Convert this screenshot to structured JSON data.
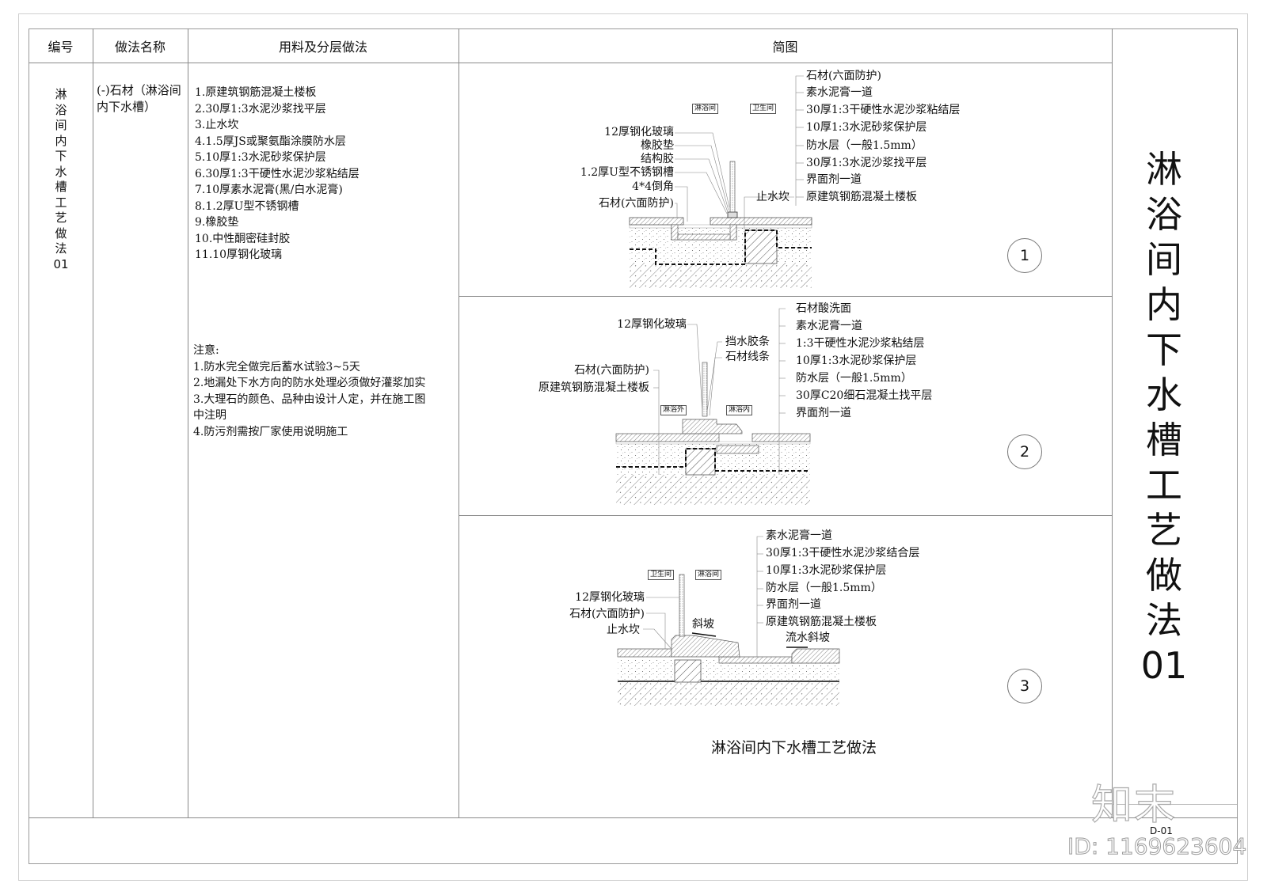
{
  "table": {
    "headers": {
      "code": "编号",
      "method_name": "做法名称",
      "materials": "用料及分层做法",
      "diagram": "简图"
    },
    "row": {
      "code_vertical": [
        "淋",
        "浴",
        "间",
        "内",
        "下",
        "水",
        "槽",
        "工",
        "艺",
        "做",
        "法",
        "01"
      ],
      "method_name": "(-)石材（淋浴间内下水槽）",
      "steps": [
        "1.原建筑钢筋混凝土楼板",
        "2.30厚1:3水泥沙浆找平层",
        "3.止水坎",
        "4.1.5厚JS或聚氨酯涂膜防水层",
        "5.10厚1:3水泥砂浆保护层",
        "6.30厚1:3干硬性水泥沙浆粘结层",
        "7.10厚素水泥膏(黑/白水泥膏)",
        "8.1.2厚U型不锈钢槽",
        "9.橡胶垫",
        "10.中性酮密硅封胶",
        "11.10厚钢化玻璃"
      ],
      "notes_title": "注意:",
      "notes": [
        "1.防水完全做完后蓄水试验3~5天",
        "2.地漏处下水方向的防水处理必须做好灌浆加实",
        "3.大理石的颜色、品种由设计人定，并在施工图",
        "中注明",
        "4.防污剂需按厂家使用说明施工"
      ]
    }
  },
  "diagrams": [
    {
      "number": "1",
      "room_tags": [
        "淋浴间",
        "卫生间"
      ],
      "left_labels": [
        "12厚钢化玻璃",
        "橡胶垫",
        "结构胶",
        "1.2厚U型不锈钢槽",
        "4*4倒角",
        "石材(六面防护)"
      ],
      "middle_label": "止水坎",
      "right_labels": [
        "石材(六面防护)",
        "素水泥膏一道",
        "30厚1:3干硬性水泥沙浆粘结层",
        "10厚1:3水泥砂浆保护层",
        "防水层（一般1.5mm）",
        "30厚1:3水泥沙浆找平层",
        "界面剂一道",
        "原建筑钢筋混凝土楼板"
      ]
    },
    {
      "number": "2",
      "room_tags": [
        "淋浴外",
        "淋浴内"
      ],
      "left_labels": [
        "12厚钢化玻璃",
        "石材(六面防护)",
        "原建筑钢筋混凝土楼板"
      ],
      "middle_labels": [
        "挡水胶条",
        "石材线条"
      ],
      "right_labels": [
        "石材酸洗面",
        "素水泥膏一道",
        "1:3干硬性水泥沙浆粘结层",
        "10厚1:3水泥砂浆保护层",
        "防水层（一般1.5mm）",
        "30厚C20细石混凝土找平层",
        "界面剂一道"
      ]
    },
    {
      "number": "3",
      "room_tags": [
        "卫生间",
        "淋浴间"
      ],
      "left_labels": [
        "12厚钢化玻璃",
        "石材(六面防护)",
        "止水坎"
      ],
      "slope_label": "斜坡",
      "flow_label": "流水斜坡",
      "right_labels": [
        "素水泥膏一道",
        "30厚1:3干硬性水泥沙浆结合层",
        "10厚1:3水泥砂浆保护层",
        "防水层（一般1.5mm）",
        "界面剂一道",
        "原建筑钢筋混凝土楼板"
      ]
    }
  ],
  "caption": "淋浴间内下水槽工艺做法",
  "title_block": {
    "title_vertical": [
      "淋",
      "浴",
      "间",
      "内",
      "下",
      "水",
      "槽",
      "工",
      "艺",
      "做",
      "法",
      "01"
    ],
    "sheet_number": "D-01"
  },
  "watermark": {
    "logo": "知末",
    "id_text": "ID: 1169623604"
  }
}
